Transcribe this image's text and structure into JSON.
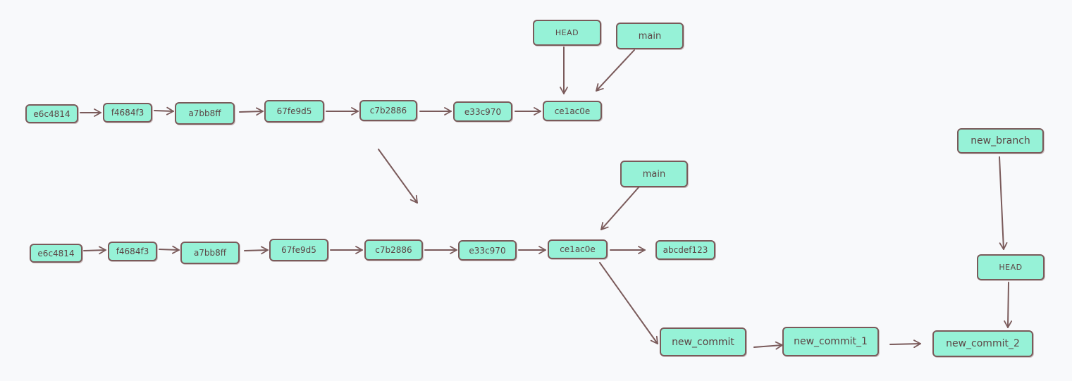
{
  "colors": {
    "background": "#f8f9fb",
    "node_fill": "#96f2d7",
    "node_border": "#7a5a5a",
    "arrow": "#7a5a5a",
    "text": "#5b4444"
  },
  "before": {
    "commits": [
      "e6c4814",
      "f4684f3",
      "a7bb8ff",
      "67fe9d5",
      "c7b2886",
      "e33c970",
      "ce1ac0e"
    ],
    "head_label": "HEAD",
    "branch_label": "main"
  },
  "after": {
    "commits": [
      "e6c4814",
      "f4684f3",
      "a7bb8ff",
      "67fe9d5",
      "c7b2886",
      "e33c970",
      "ce1ac0e",
      "abcdef123"
    ],
    "main_label": "main",
    "new_branch_label": "new_branch",
    "head_label": "HEAD",
    "new_commits": [
      "new_commit",
      "new_commit_1",
      "new_commit_2"
    ]
  }
}
